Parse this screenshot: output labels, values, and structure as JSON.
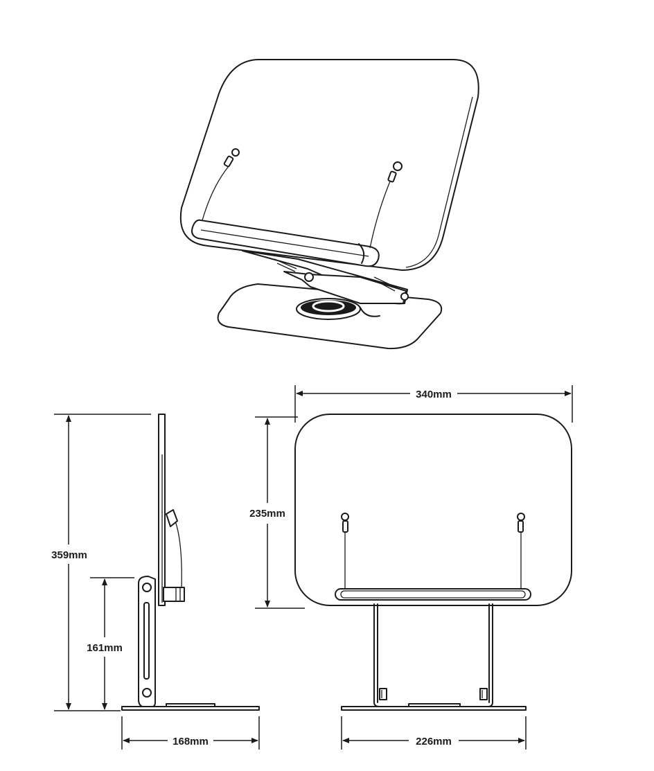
{
  "dimensions": {
    "width_top": "340mm",
    "panel_height": "235mm",
    "total_height": "359mm",
    "stand_height": "161mm",
    "side_depth": "168mm",
    "base_width": "226mm"
  }
}
